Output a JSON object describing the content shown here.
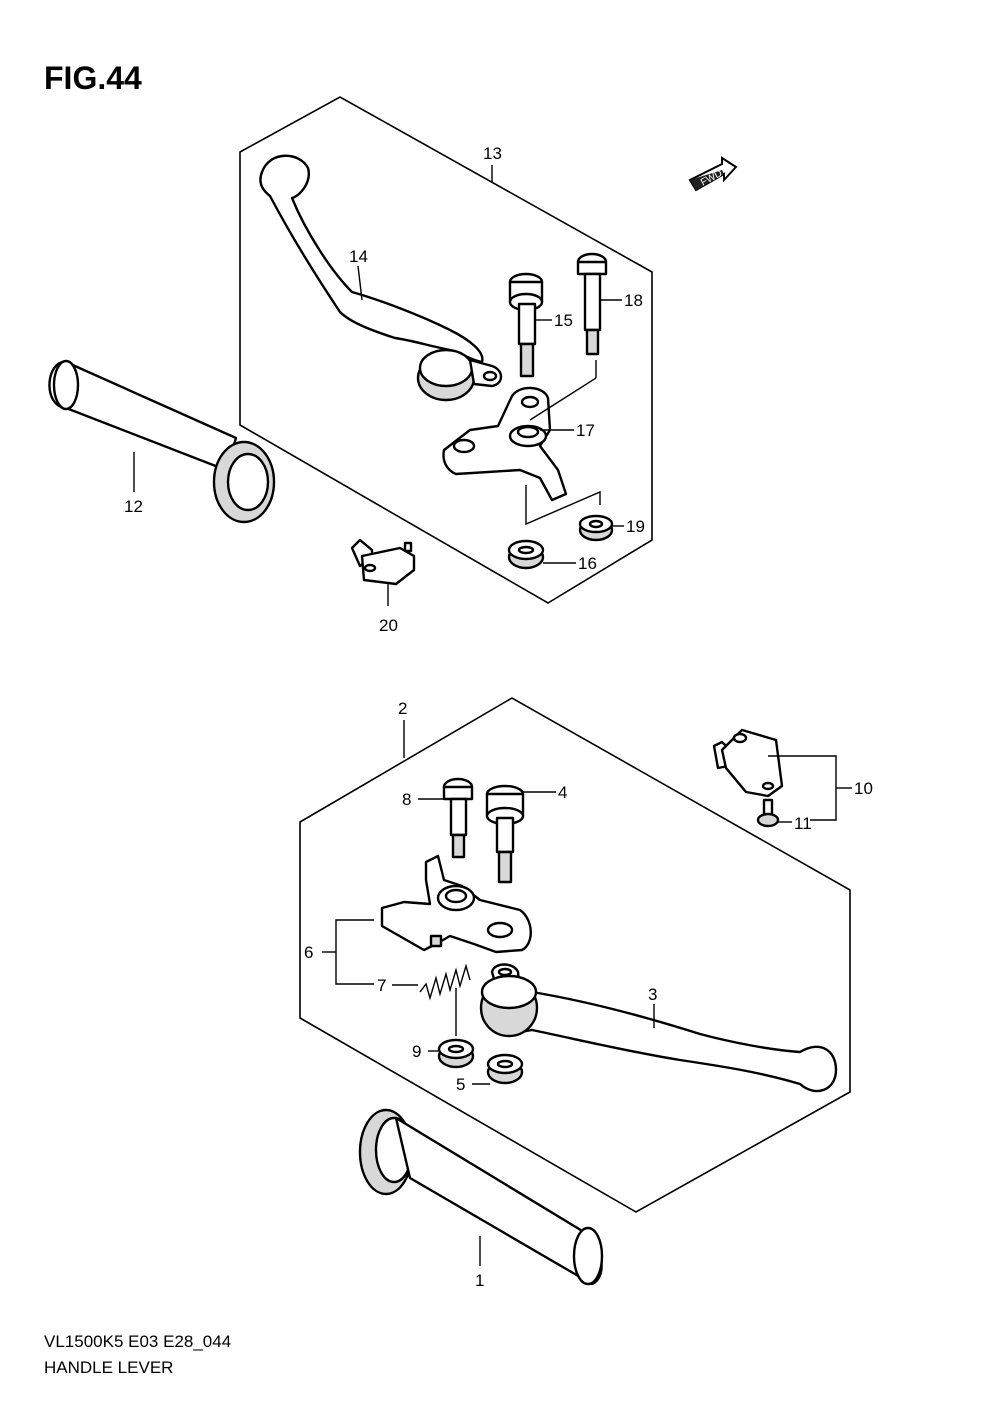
{
  "figure": {
    "title": "FIG.44",
    "model_code": "VL1500K5 E03 E28_044",
    "name": "HANDLE LEVER",
    "direction_badge": "FWD"
  },
  "callouts": {
    "c1": "1",
    "c2": "2",
    "c3": "3",
    "c4": "4",
    "c5": "5",
    "c6": "6",
    "c7": "7",
    "c8": "8",
    "c9": "9",
    "c10": "10",
    "c11": "11",
    "c12": "12",
    "c13": "13",
    "c14": "14",
    "c15": "15",
    "c16": "16",
    "c17": "17",
    "c18": "18",
    "c19": "19",
    "c20": "20"
  }
}
